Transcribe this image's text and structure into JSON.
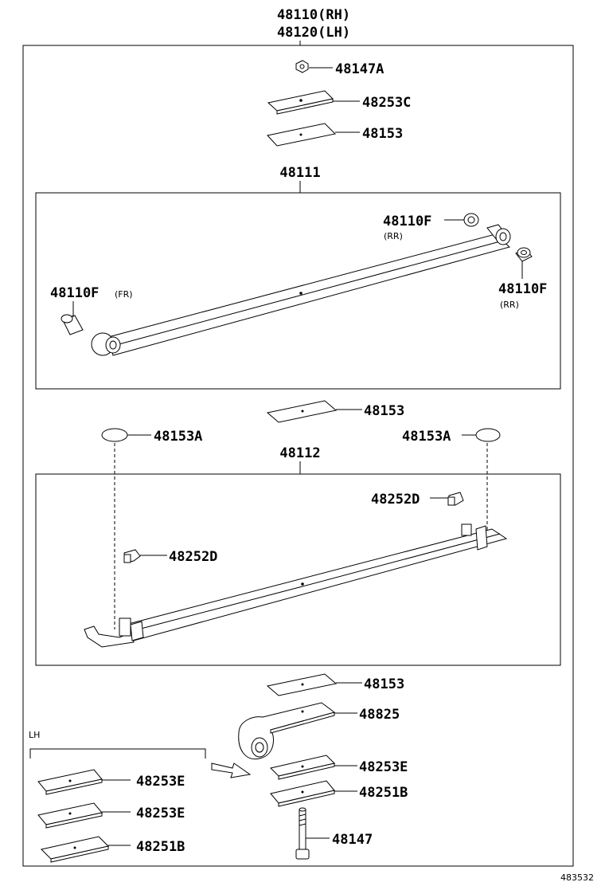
{
  "assembly": {
    "rh": "48110(RH)",
    "lh": "48120(LH)"
  },
  "upper_parts": {
    "nut": "48147A",
    "plate": "48253C",
    "seat": "48153"
  },
  "leaf_main": {
    "number": "48111",
    "bushing_rr_top": {
      "label": "48110F",
      "note": "(RR)"
    },
    "bushing_rr_right": {
      "label": "48110F",
      "note": "(RR)"
    },
    "bushing_fr": {
      "label": "48110F",
      "note": "(FR)"
    }
  },
  "mid_parts": {
    "seat": "48153",
    "insert_left": "48153A",
    "insert_right": "48153A"
  },
  "leaf_second": {
    "number": "48112",
    "clip_right": "48252D",
    "clip_left": "48252D"
  },
  "lower_parts": {
    "seat": "48153",
    "spring": "48825",
    "plate_e": "48253E",
    "plate_b": "48251B",
    "bolt": "48147"
  },
  "lh_group": {
    "title": "LH",
    "plate_e1": "48253E",
    "plate_e2": "48253E",
    "plate_b": "48251B"
  },
  "figure_id": "483532"
}
